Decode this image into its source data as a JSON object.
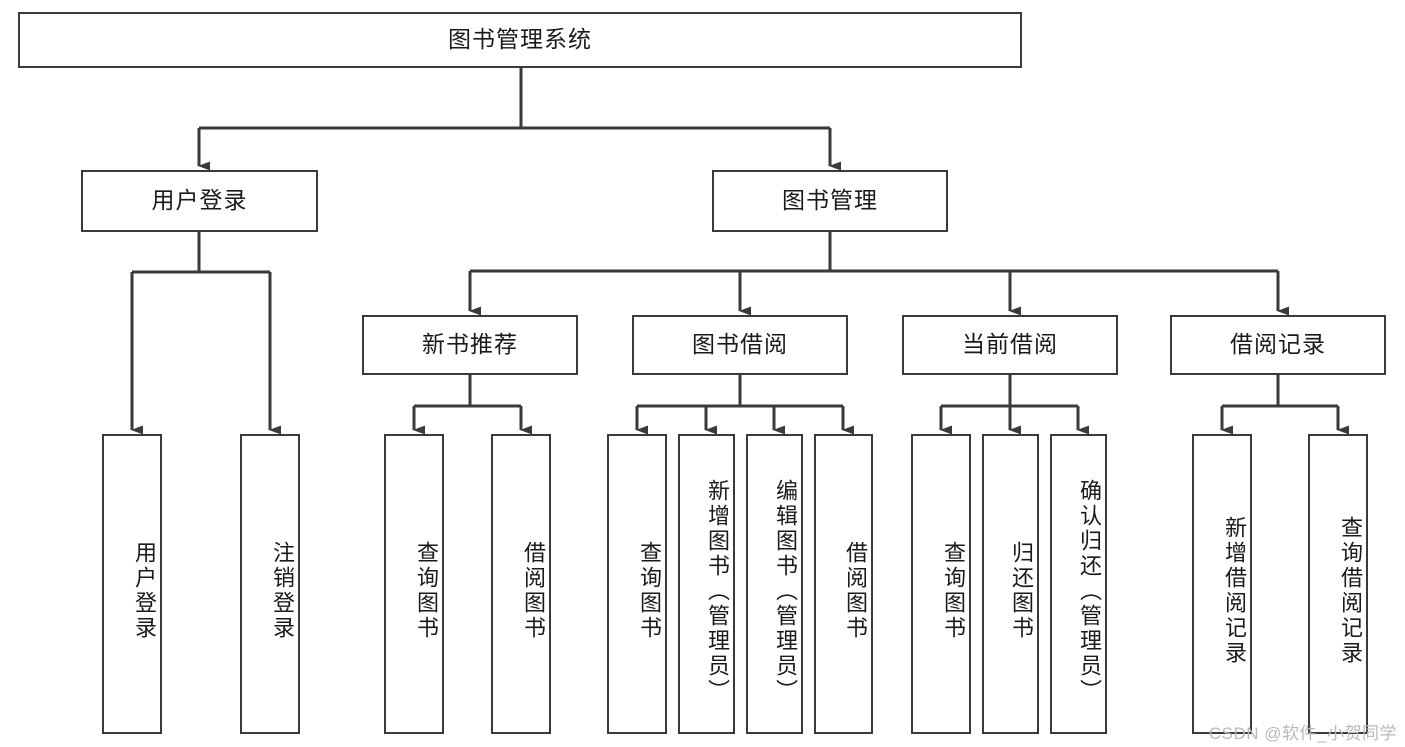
{
  "diagram": {
    "title": "图书管理系统",
    "type": "tree-hierarchy",
    "root": {
      "label": "图书管理系统",
      "id": "root"
    },
    "level2": [
      {
        "id": "user-login",
        "label": "用户登录"
      },
      {
        "id": "book-management",
        "label": "图书管理"
      }
    ],
    "level3": [
      {
        "id": "new-book-recommend",
        "label": "新书推荐",
        "parent": "book-management"
      },
      {
        "id": "book-borrow",
        "label": "图书借阅",
        "parent": "book-management"
      },
      {
        "id": "current-borrow",
        "label": "当前借阅",
        "parent": "book-management"
      },
      {
        "id": "borrow-record",
        "label": "借阅记录",
        "parent": "book-management"
      }
    ],
    "leaves": [
      {
        "id": "leaf-user-login",
        "label": "用户登录",
        "parent": "user-login"
      },
      {
        "id": "leaf-logout",
        "label": "注销登录",
        "parent": "user-login"
      },
      {
        "id": "leaf-query-book-1",
        "label": "查询图书",
        "parent": "new-book-recommend"
      },
      {
        "id": "leaf-borrow-book-1",
        "label": "借阅图书",
        "parent": "new-book-recommend"
      },
      {
        "id": "leaf-query-book-2",
        "label": "查询图书",
        "parent": "book-borrow"
      },
      {
        "id": "leaf-add-book",
        "label": "新增图书（管理员）",
        "parent": "book-borrow"
      },
      {
        "id": "leaf-edit-book",
        "label": "编辑图书（管理员）",
        "parent": "book-borrow"
      },
      {
        "id": "leaf-borrow-book-2",
        "label": "借阅图书",
        "parent": "book-borrow"
      },
      {
        "id": "leaf-query-book-3",
        "label": "查询图书",
        "parent": "current-borrow"
      },
      {
        "id": "leaf-return-book",
        "label": "归还图书",
        "parent": "current-borrow"
      },
      {
        "id": "leaf-confirm-return",
        "label": "确认归还（管理员）",
        "parent": "current-borrow"
      },
      {
        "id": "leaf-add-record",
        "label": "新增借阅记录",
        "parent": "borrow-record"
      },
      {
        "id": "leaf-query-record",
        "label": "查询借阅记录",
        "parent": "borrow-record"
      }
    ],
    "watermark": "CSDN @软件_小贺同学",
    "colors": {
      "stroke": "#3a3a3a",
      "text": "#1a1a1a",
      "background": "#ffffff",
      "watermark": "#b9b9b9"
    }
  }
}
